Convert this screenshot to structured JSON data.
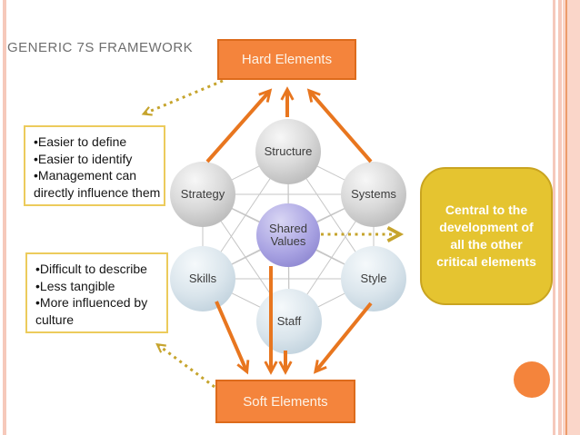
{
  "title": "GENERIC 7S FRAMEWORK",
  "boxes": {
    "hard_label": "Hard Elements",
    "soft_label": "Soft Elements"
  },
  "callout": {
    "text": "Central to the development of all the other critical elements"
  },
  "notes": {
    "hard": {
      "line1": "•Easier to define",
      "line2": "•Easier to identify",
      "line3": "•Management can directly influence them"
    },
    "soft": {
      "line1": "•Difficult to describe",
      "line2": "•Less tangible",
      "line3": "•More influenced by culture"
    }
  },
  "nodes": {
    "structure": "Structure",
    "strategy": "Strategy",
    "systems": "Systems",
    "shared_values": "Shared Values",
    "skills": "Skills",
    "style": "Style",
    "staff": "Staff"
  },
  "colors": {
    "accent_orange": "#F4843C",
    "arrow_orange": "#E8761F",
    "gold": "#E5C430",
    "dotted_gold": "#C6A42D",
    "stripe_pink": "#F6C9BB",
    "stripe_pink_light": "#FAD6C9",
    "stripe_orange": "#ED9C6B",
    "network_gray": "#C6C6C6"
  }
}
